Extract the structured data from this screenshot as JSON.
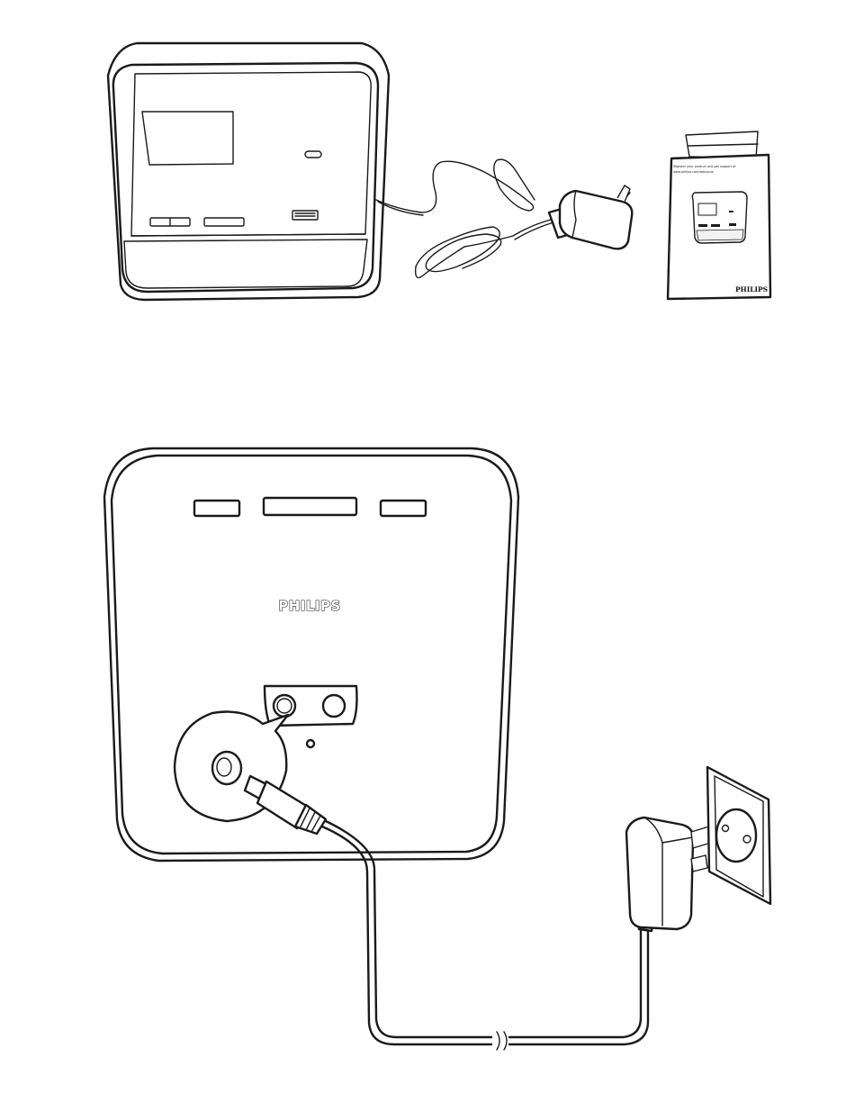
{
  "manual": {
    "brand_logo": "PHILIPS",
    "url_line_1": "Register your product and get support at",
    "url_line_2": "www.philips.com/welcome"
  },
  "device_back": {
    "brand_logo": "PHILIPS"
  },
  "colors": {
    "ink": "#1a1a1a",
    "paper": "#ffffff"
  }
}
